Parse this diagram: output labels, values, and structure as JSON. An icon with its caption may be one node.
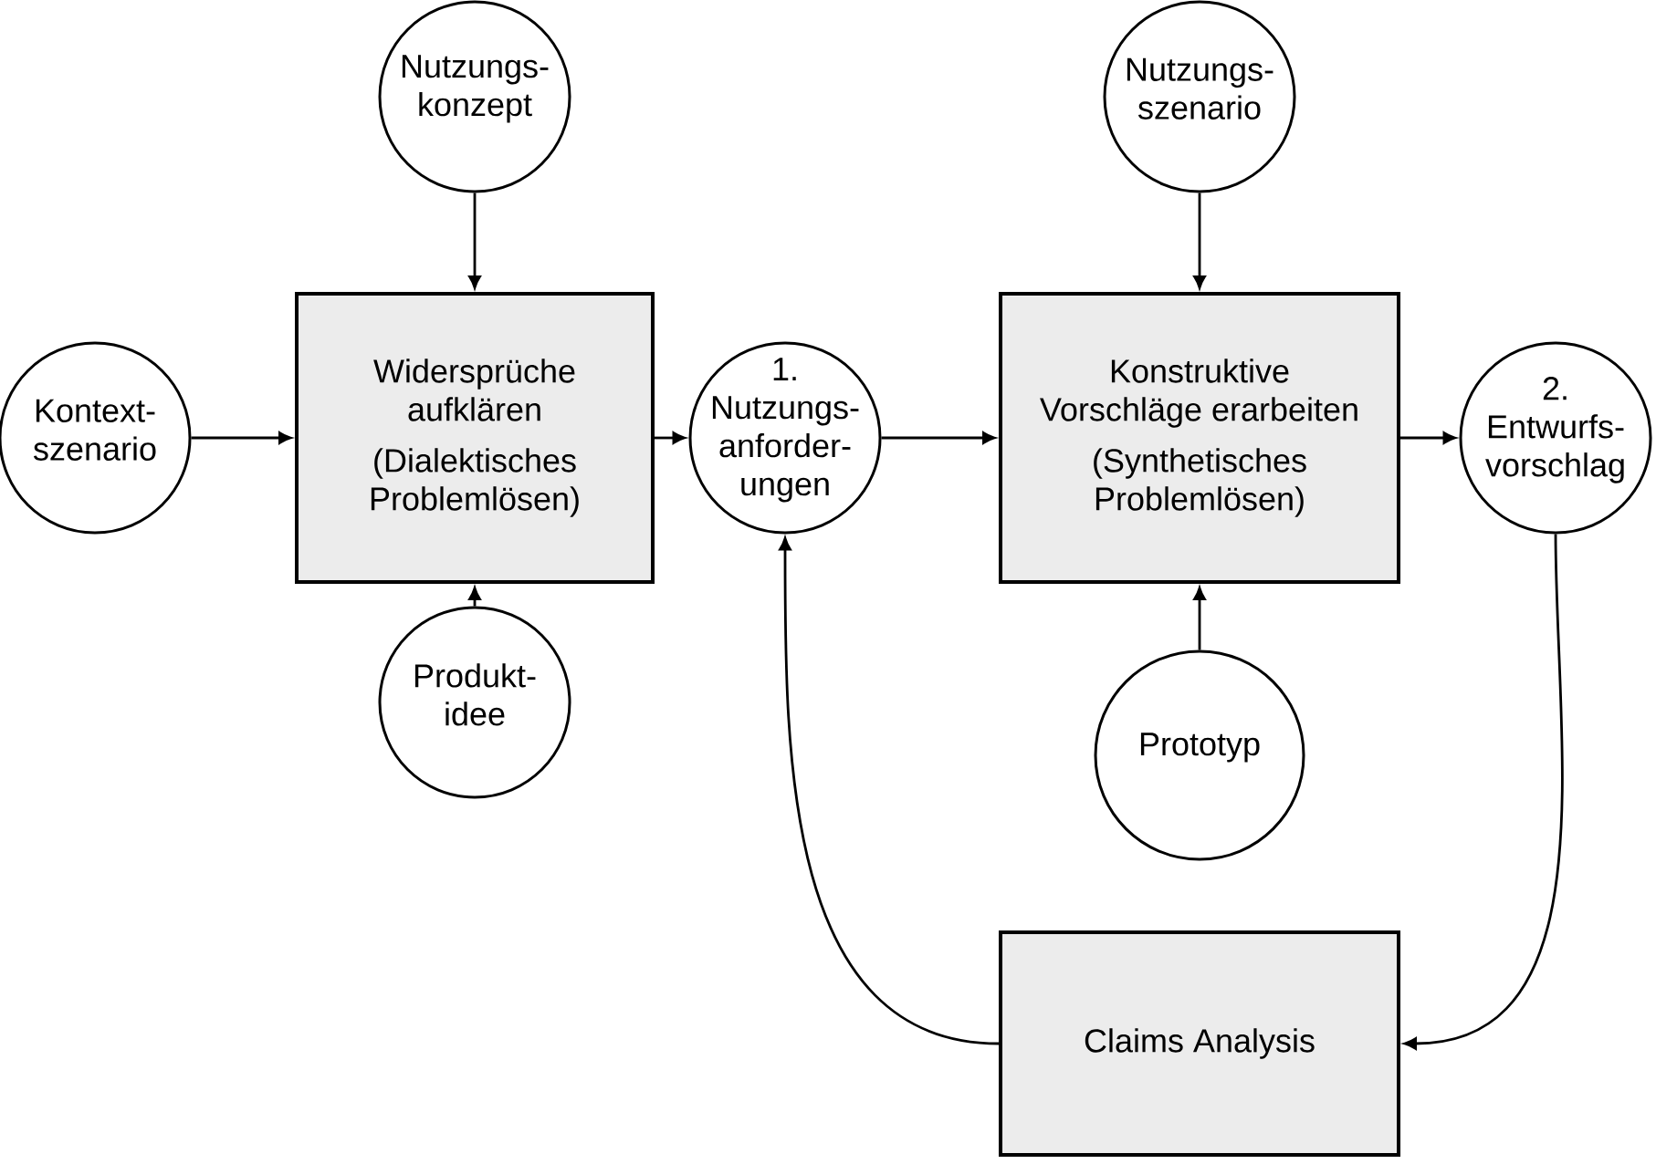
{
  "diagram": {
    "nodes": [
      {
        "text": [
          "Nutzungs- konzept"
        ]
      },
      {
        "text": [
          "Kontext- szenario"
        ]
      },
      {
        "text": [
          "Widersprüche aufklären",
          "(Dialektisches Problemlösen)"
        ]
      },
      {
        "text": [
          "Produkt- idee"
        ]
      },
      {
        "text": [
          "1. Nutzungs- anforder- ungen"
        ]
      },
      {
        "text": [
          "Nutzungs- szenario"
        ]
      },
      {
        "text": [
          "Konstruktive Vorschläge erarbeiten",
          "(Synthetisches Problemlösen)"
        ]
      },
      {
        "text": [
          "Prototyp"
        ]
      },
      {
        "text": [
          "2. Entwurfs- vorschlag"
        ]
      },
      {
        "text": [
          "Claims Analysis"
        ]
      }
    ],
    "edges": [
      {
        "from": 0,
        "to": 2,
        "arrow": "to"
      },
      {
        "from": 1,
        "to": 2,
        "arrow": "to"
      },
      {
        "from": 3,
        "to": 2,
        "arrow": "to"
      },
      {
        "from": 2,
        "to": 4,
        "arrow": "to"
      },
      {
        "from": 5,
        "to": 6,
        "arrow": "to"
      },
      {
        "from": 4,
        "to": 6,
        "arrow": "to"
      },
      {
        "from": 7,
        "to": 6,
        "arrow": "to"
      },
      {
        "from": 6,
        "to": 8,
        "arrow": "to"
      },
      {
        "from": 8,
        "to": 9,
        "arrow": "to"
      },
      {
        "from": 9,
        "to": 4,
        "arrow": "to"
      }
    ]
  }
}
